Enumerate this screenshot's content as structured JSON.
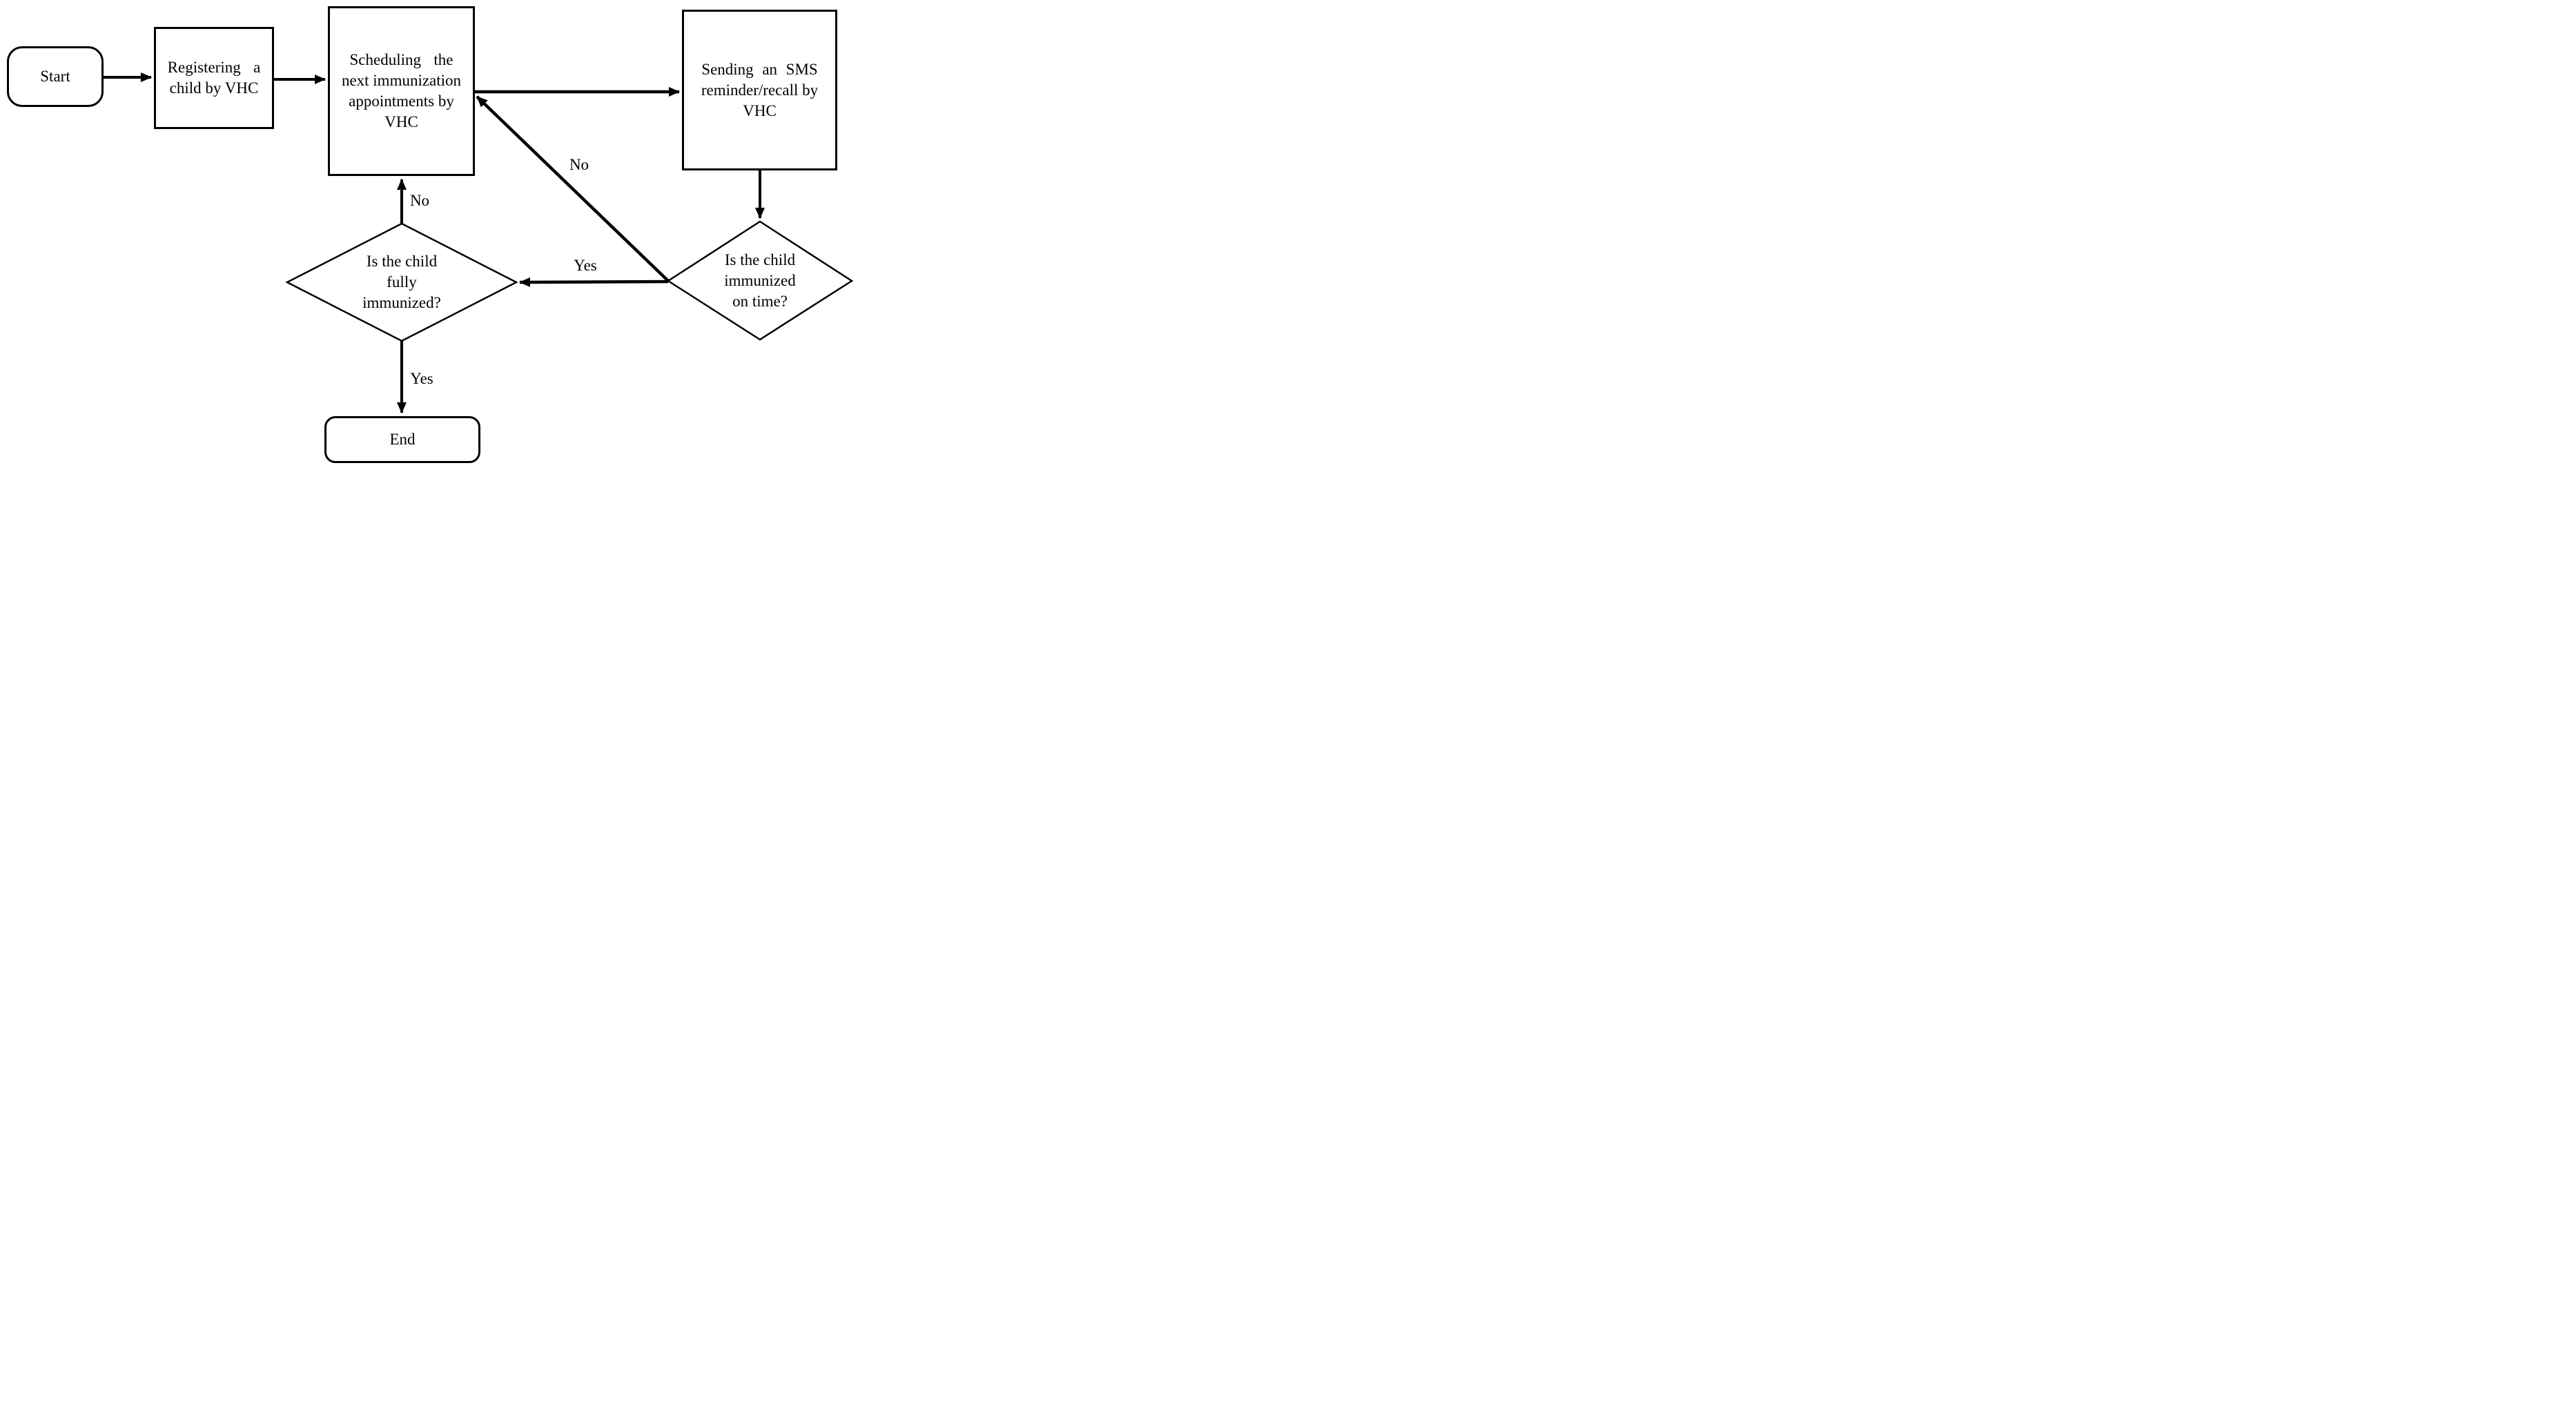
{
  "flowchart": {
    "background_color": "#ffffff",
    "stroke_color": "#000000",
    "nodes": {
      "start": {
        "type": "terminator",
        "text": "Start"
      },
      "register": {
        "type": "process",
        "lines": [
          "Registering a",
          "child by VHC"
        ]
      },
      "schedule": {
        "type": "process",
        "lines": [
          "Scheduling the",
          "next immunization",
          "appointments by",
          "VHC"
        ]
      },
      "sms": {
        "type": "process",
        "lines": [
          "Sending an SMS",
          "reminder/recall by",
          "VHC"
        ]
      },
      "decision_on_time": {
        "type": "decision",
        "lines": [
          "Is the child",
          "immunized",
          "on time?"
        ]
      },
      "decision_fully": {
        "type": "decision",
        "lines": [
          "Is the child",
          "fully",
          "immunized?"
        ]
      },
      "end": {
        "type": "terminator",
        "text": "End"
      }
    },
    "edges": [
      {
        "from": "start",
        "to": "register",
        "label": ""
      },
      {
        "from": "register",
        "to": "schedule",
        "label": ""
      },
      {
        "from": "schedule",
        "to": "sms",
        "label": ""
      },
      {
        "from": "sms",
        "to": "decision_on_time",
        "label": ""
      },
      {
        "from": "decision_on_time",
        "to": "decision_fully",
        "label": "Yes"
      },
      {
        "from": "decision_on_time",
        "to": "schedule",
        "label": "No"
      },
      {
        "from": "decision_fully",
        "to": "schedule",
        "label": "No"
      },
      {
        "from": "decision_fully",
        "to": "end",
        "label": "Yes"
      }
    ]
  }
}
